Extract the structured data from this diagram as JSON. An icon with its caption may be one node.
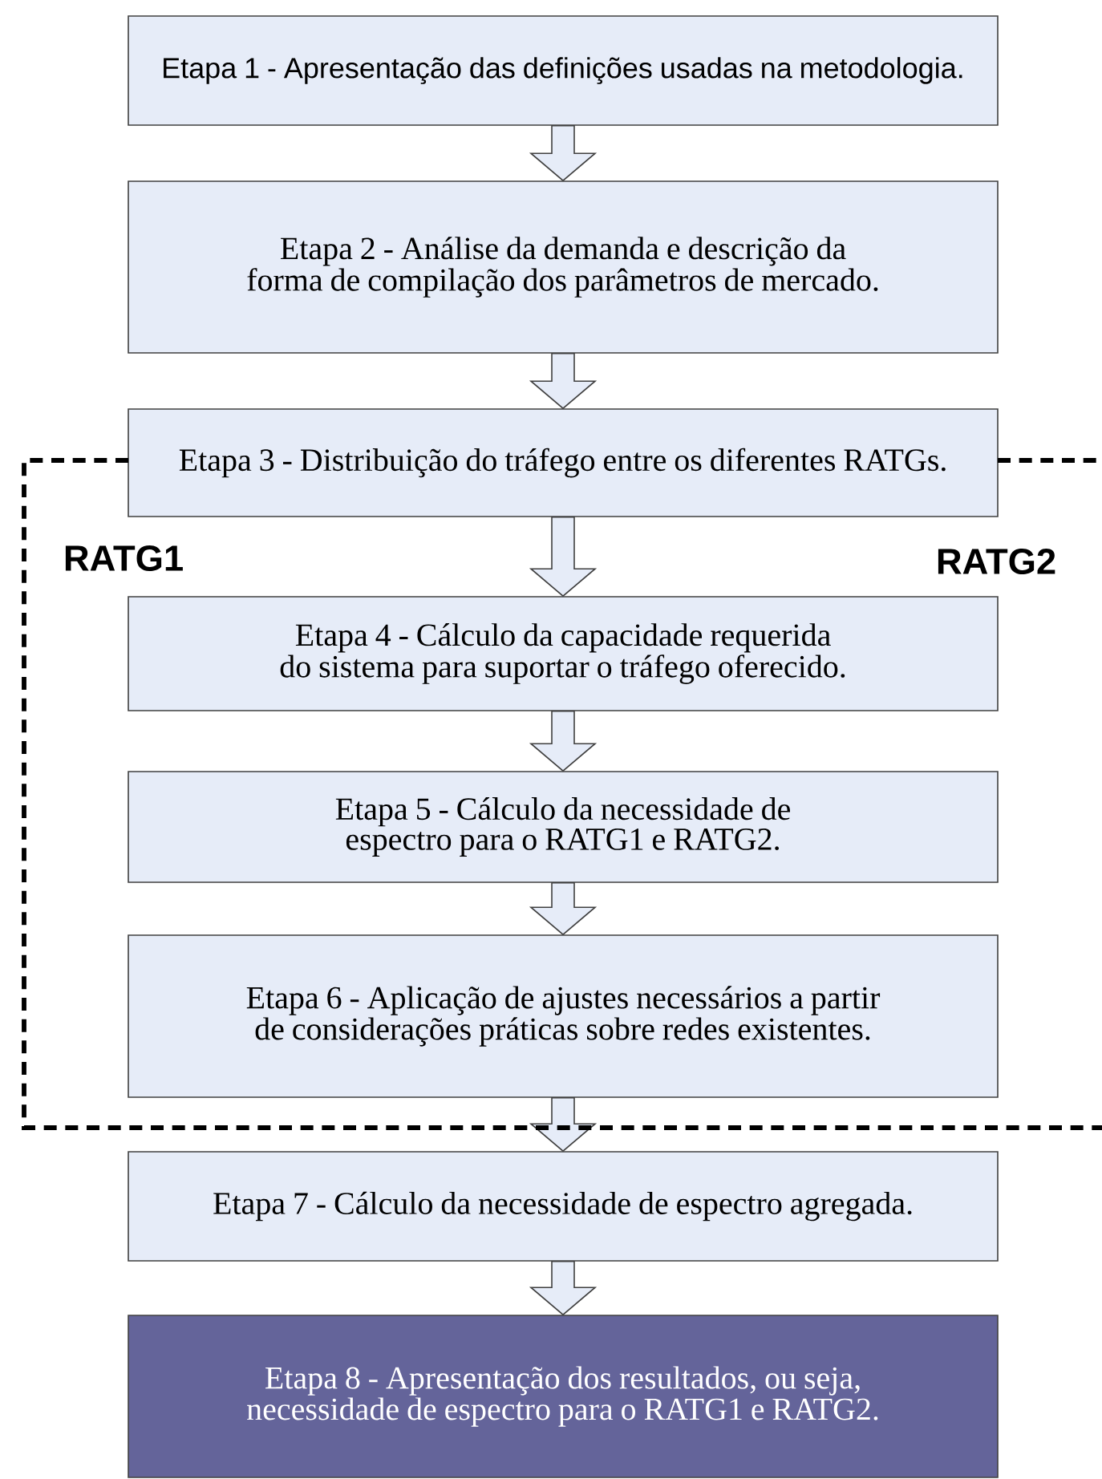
{
  "diagram": {
    "nodes": [
      {
        "text": [
          "Etapa 1 - Apresentação das definições usadas na metodologia."
        ]
      },
      {
        "text": [
          "Etapa 2 - Análise da demanda e descrição da forma de compilação dos parâmetros de mercado."
        ]
      },
      {
        "text": [
          "Etapa 3 - Distribuição do tráfego entre os diferentes RATGs."
        ]
      },
      {
        "text": [
          "Etapa 4 - Cálculo da capacidade requerida do sistema para suportar o tráfego oferecido."
        ]
      },
      {
        "text": [
          "Etapa 5 - Cálculo da necessidade de espectro para o RATG1 e RATG2."
        ]
      },
      {
        "text": [
          "Etapa 6 - Aplicação de ajustes necessários a partir de considerações práticas sobre redes existentes."
        ]
      },
      {
        "text": [
          "Etapa 7 - Cálculo da necessidade de espectro agregada."
        ]
      },
      {
        "text": [
          "Etapa 8 - Apresentação dos resultados, ou seja, necessidade de espectro para o RATG1 e RATG2."
        ]
      }
    ],
    "edges": [
      {
        "from": 0,
        "to": 1,
        "arrow": "to"
      },
      {
        "from": 1,
        "to": 2,
        "arrow": "to"
      },
      {
        "from": 2,
        "to": 3,
        "arrow": "to"
      },
      {
        "from": 3,
        "to": 4,
        "arrow": "to"
      },
      {
        "from": 4,
        "to": 5,
        "arrow": "to"
      },
      {
        "from": 5,
        "to": 6,
        "arrow": "to"
      },
      {
        "from": 6,
        "to": 7,
        "arrow": "to"
      }
    ],
    "labels": [
      "RATG1",
      "RATG2"
    ]
  }
}
